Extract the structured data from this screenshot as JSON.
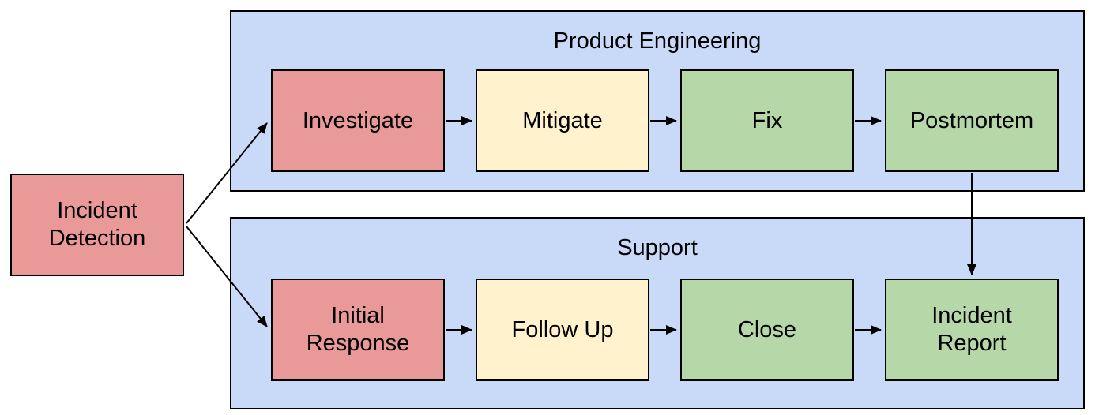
{
  "diagram": {
    "type": "flowchart",
    "start_node": {
      "id": "incident-detection",
      "label": "Incident\nDetection",
      "color": "red"
    },
    "lanes": [
      {
        "title": "Product Engineering",
        "nodes": [
          {
            "id": "investigate",
            "label": "Investigate",
            "color": "red"
          },
          {
            "id": "mitigate",
            "label": "Mitigate",
            "color": "yellow"
          },
          {
            "id": "fix",
            "label": "Fix",
            "color": "green"
          },
          {
            "id": "postmortem",
            "label": "Postmortem",
            "color": "green"
          }
        ]
      },
      {
        "title": "Support",
        "nodes": [
          {
            "id": "initial-response",
            "label": "Initial\nResponse",
            "color": "red"
          },
          {
            "id": "follow-up",
            "label": "Follow Up",
            "color": "yellow"
          },
          {
            "id": "close",
            "label": "Close",
            "color": "green"
          },
          {
            "id": "incident-report",
            "label": "Incident\nReport",
            "color": "green"
          }
        ]
      }
    ],
    "edges": [
      {
        "from": "incident-detection",
        "to": "investigate"
      },
      {
        "from": "incident-detection",
        "to": "initial-response"
      },
      {
        "from": "investigate",
        "to": "mitigate"
      },
      {
        "from": "mitigate",
        "to": "fix"
      },
      {
        "from": "fix",
        "to": "postmortem"
      },
      {
        "from": "postmortem",
        "to": "incident-report"
      },
      {
        "from": "initial-response",
        "to": "follow-up"
      },
      {
        "from": "follow-up",
        "to": "close"
      },
      {
        "from": "close",
        "to": "incident-report"
      }
    ],
    "colors": {
      "red": "#ea9999",
      "yellow": "#fff2cc",
      "green": "#b6d7a8",
      "lane": "#c9daf8",
      "border": "#000000",
      "arrow": "#000000"
    }
  }
}
